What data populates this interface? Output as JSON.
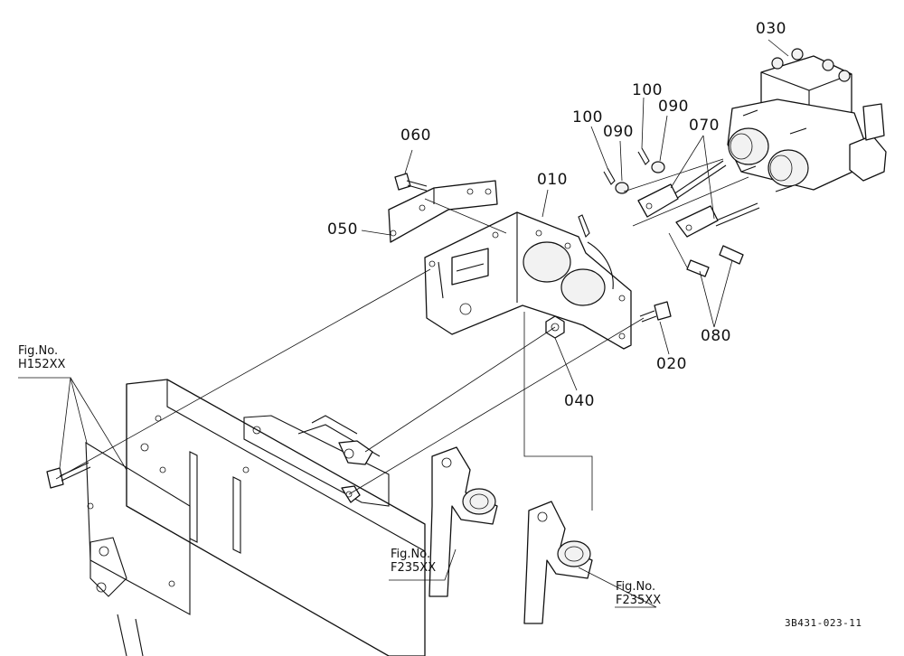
{
  "callouts": {
    "p010": "010",
    "p020": "020",
    "p030": "030",
    "p040": "040",
    "p050": "050",
    "p060": "060",
    "p070": "070",
    "p080": "080",
    "p090a": "090",
    "p090b": "090",
    "p100a": "100",
    "p100b": "100"
  },
  "references": {
    "h152": {
      "title": "Fig.No.",
      "code": "H152XX"
    },
    "f235a": {
      "title": "Fig.No.",
      "code": "F235XX"
    },
    "f235b": {
      "title": "Fig.No.",
      "code": "F235XX"
    }
  },
  "drawing_number": "3B431-023-11"
}
